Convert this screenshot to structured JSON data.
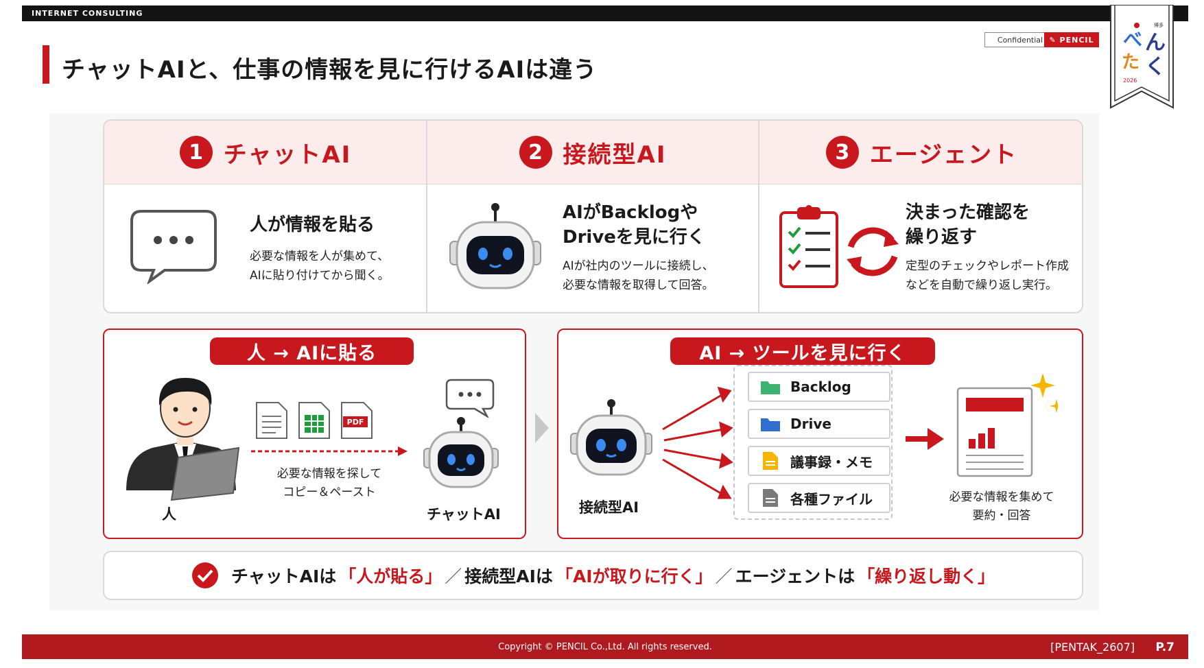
{
  "header": {
    "company": "INTERNET CONSULTING",
    "title": "チャットAIと、仕事の情報を見に行けるAIは違う",
    "confidential": "Confidential",
    "brand": "PENCIL",
    "seal": {
      "main": "べんたく",
      "year": "2026",
      "small": "博多"
    }
  },
  "columns": [
    {
      "num": "1",
      "label": "チャットAI",
      "title": "人が情報を貼る",
      "desc": [
        "必要な情報を人が集めて、",
        "AIに貼り付けてから聞く。"
      ],
      "icon": "speech-bubble-icon"
    },
    {
      "num": "2",
      "label": "接続型AI",
      "title": [
        "AIがBacklogや",
        "Driveを見に行く"
      ],
      "desc": [
        "AIが社内のツールに接続し、",
        "必要な情報を取得して回答。"
      ],
      "icon": "robot-icon"
    },
    {
      "num": "3",
      "label": "エージェント",
      "title": [
        "決まった確認を",
        "繰り返す"
      ],
      "desc": [
        "定型のチェックやレポート作成",
        "などを自動で繰り返し実行。"
      ],
      "icon": "checklist-cycle-icon"
    }
  ],
  "left_panel": {
    "pill": "人 → AIに貼る",
    "person_label": "人",
    "caption": [
      "必要な情報を探して",
      "コピー＆ペースト"
    ],
    "robot_label": "チャットAI",
    "doc_badge": "PDF"
  },
  "right_panel": {
    "pill": "AI → ツールを見に行く",
    "robot_label": "接続型AI",
    "tools": [
      {
        "name": "Backlog",
        "color": "#3cb371"
      },
      {
        "name": "Drive",
        "color": "#2f6fd0"
      },
      {
        "name": "議事録・メモ",
        "color": "#f5b400"
      },
      {
        "name": "各種ファイル",
        "color": "#7a7a7a"
      }
    ],
    "caption": [
      "必要な情報を集めて",
      "要約・回答"
    ]
  },
  "summary": {
    "part1": "チャットAIは",
    "quote1": "「人が貼る」",
    "part2": "接続型AIは",
    "quote2": "「AIが取りに行く」",
    "part3": "エージェントは",
    "quote3": "「繰り返し動く」",
    "slash": "／"
  },
  "footer": {
    "copyright": "Copyright © PENCIL Co.,Ltd. All rights reserved.",
    "code": "[PENTAK_2607]",
    "page": "P.7"
  },
  "colors": {
    "accent": "#c8181e"
  }
}
